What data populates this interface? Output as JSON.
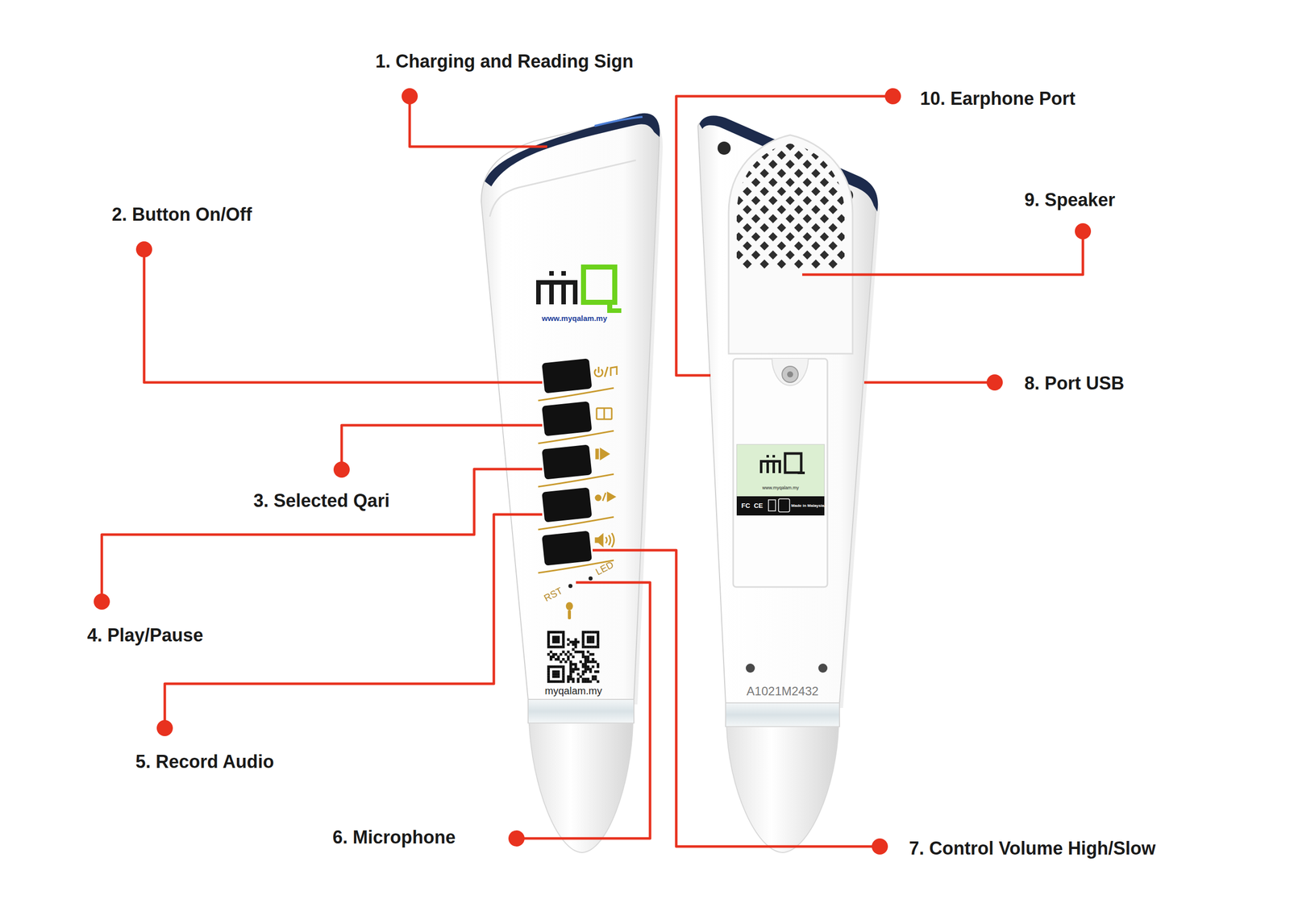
{
  "diagram": {
    "labels": [
      "1. Charging and Reading Sign",
      "2. Button On/Off",
      "3. Selected Qari",
      "4. Play/Pause",
      "5. Record Audio",
      "6. Microphone",
      "7. Control Volume High/Slow",
      "8. Port USB",
      "9. Speaker",
      "10. Earphone Port",
      "www.myqalam.my",
      "RST",
      "LED",
      "myqalam.my",
      "www.myqalam.my",
      "Made in Malaysia",
      "A1021M2432",
      "FC",
      "CE"
    ]
  }
}
